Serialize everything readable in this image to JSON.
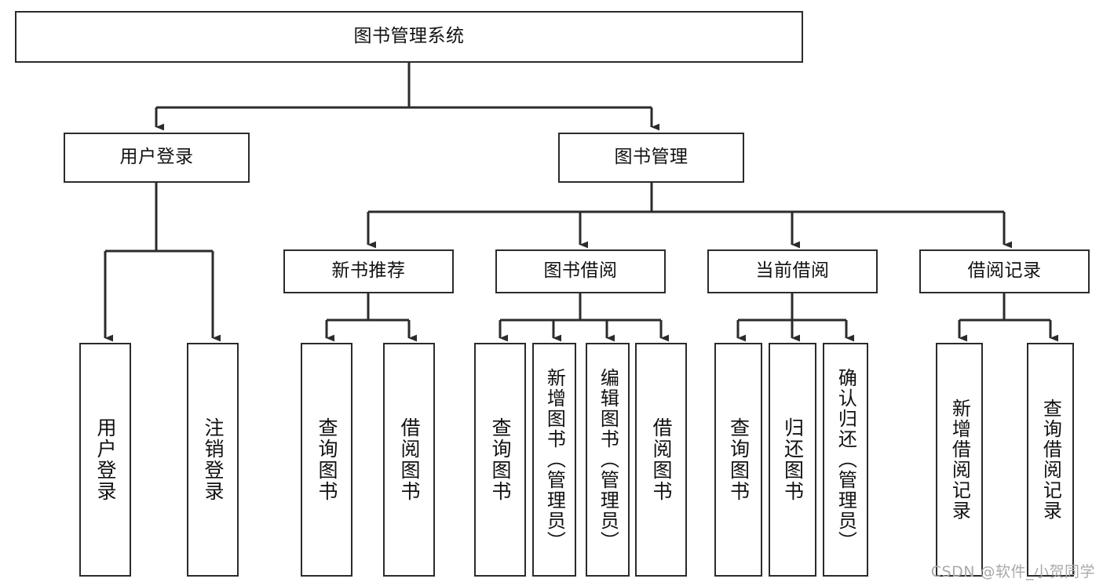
{
  "diagram": {
    "title": "图书管理系统",
    "type": "tree",
    "orientation": "top-down",
    "line_color": "#2b2b2b",
    "box_fill": "#ffffff",
    "text_color": "#111111",
    "watermark": "CSDN @软件_小贺同学",
    "nodes": {
      "root": {
        "label": "图书管理系统",
        "level": 1
      },
      "l2_user_login": {
        "label": "用户登录",
        "level": 2
      },
      "l2_book_manage": {
        "label": "图书管理",
        "level": 2
      },
      "l3_new_book_rec": {
        "label": "新书推荐",
        "level": 3
      },
      "l3_book_borrow": {
        "label": "图书借阅",
        "level": 3
      },
      "l3_current_borrow": {
        "label": "当前借阅",
        "level": 3
      },
      "l3_borrow_record": {
        "label": "借阅记录",
        "level": 3
      },
      "l4_user_login": {
        "label": "用户登录",
        "level": 4
      },
      "l4_logout_login": {
        "label": "注销登录",
        "level": 4
      },
      "l4_query_book_a": {
        "label": "查询图书",
        "level": 4
      },
      "l4_borrow_book_a": {
        "label": "借阅图书",
        "level": 4
      },
      "l4_query_book_b": {
        "label": "查询图书",
        "level": 4
      },
      "l4_add_book_admin": {
        "label": "新增图书（管理员）",
        "level": 4
      },
      "l4_edit_book_admin": {
        "label": "编辑图书（管理员）",
        "level": 4
      },
      "l4_borrow_book_b": {
        "label": "借阅图书",
        "level": 4
      },
      "l4_query_book_c": {
        "label": "查询图书",
        "level": 4
      },
      "l4_return_book": {
        "label": "归还图书",
        "level": 4
      },
      "l4_confirm_return_admin": {
        "label": "确认归还（管理员）",
        "level": 4
      },
      "l4_add_borrow_record": {
        "label": "新增借阅记录",
        "level": 4
      },
      "l4_query_borrow_record": {
        "label": "查询借阅记录",
        "level": 4
      }
    },
    "edges": [
      {
        "from": "root",
        "to": "l2_user_login"
      },
      {
        "from": "root",
        "to": "l2_book_manage"
      },
      {
        "from": "l2_user_login",
        "to": "l4_user_login"
      },
      {
        "from": "l2_user_login",
        "to": "l4_logout_login"
      },
      {
        "from": "l2_book_manage",
        "to": "l3_new_book_rec"
      },
      {
        "from": "l2_book_manage",
        "to": "l3_book_borrow"
      },
      {
        "from": "l2_book_manage",
        "to": "l3_current_borrow"
      },
      {
        "from": "l2_book_manage",
        "to": "l3_borrow_record"
      },
      {
        "from": "l3_new_book_rec",
        "to": "l4_query_book_a"
      },
      {
        "from": "l3_new_book_rec",
        "to": "l4_borrow_book_a"
      },
      {
        "from": "l3_book_borrow",
        "to": "l4_query_book_b"
      },
      {
        "from": "l3_book_borrow",
        "to": "l4_add_book_admin"
      },
      {
        "from": "l3_book_borrow",
        "to": "l4_edit_book_admin"
      },
      {
        "from": "l3_book_borrow",
        "to": "l4_borrow_book_b"
      },
      {
        "from": "l3_current_borrow",
        "to": "l4_query_book_c"
      },
      {
        "from": "l3_current_borrow",
        "to": "l4_return_book"
      },
      {
        "from": "l3_current_borrow",
        "to": "l4_confirm_return_admin"
      },
      {
        "from": "l3_borrow_record",
        "to": "l4_add_borrow_record"
      },
      {
        "from": "l3_borrow_record",
        "to": "l4_query_borrow_record"
      }
    ]
  }
}
